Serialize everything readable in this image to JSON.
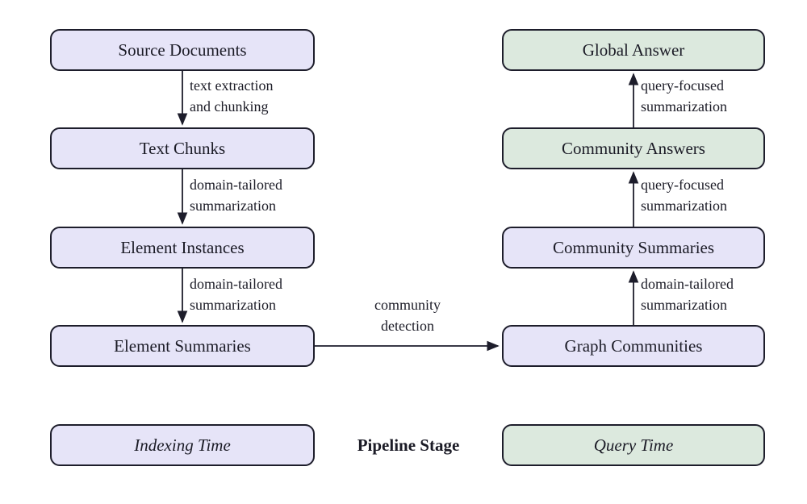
{
  "colors": {
    "background": "#ffffff",
    "indexing_fill": "#e6e4f8",
    "query_fill": "#dce9de",
    "border": "#1d1d2b",
    "text": "#1b1b26",
    "arrow": "#1d1d2b"
  },
  "boxes": {
    "source_documents": "Source Documents",
    "text_chunks": "Text Chunks",
    "element_instances": "Element Instances",
    "element_summaries": "Element Summaries",
    "global_answer": "Global Answer",
    "community_answers": "Community Answers",
    "community_summaries": "Community Summaries",
    "graph_communities": "Graph Communities"
  },
  "edge_labels": {
    "text_extraction": "text extraction\nand chunking",
    "domain_summarization_1": "domain-tailored\nsummarization",
    "domain_summarization_2": "domain-tailored\nsummarization",
    "community_detection": "community\ndetection",
    "domain_summarization_3": "domain-tailored\nsummarization",
    "query_summarization_1": "query-focused\nsummarization",
    "query_summarization_2": "query-focused\nsummarization"
  },
  "legend": {
    "indexing_time": "Indexing Time",
    "pipeline_stage": "Pipeline Stage",
    "query_time": "Query Time"
  }
}
